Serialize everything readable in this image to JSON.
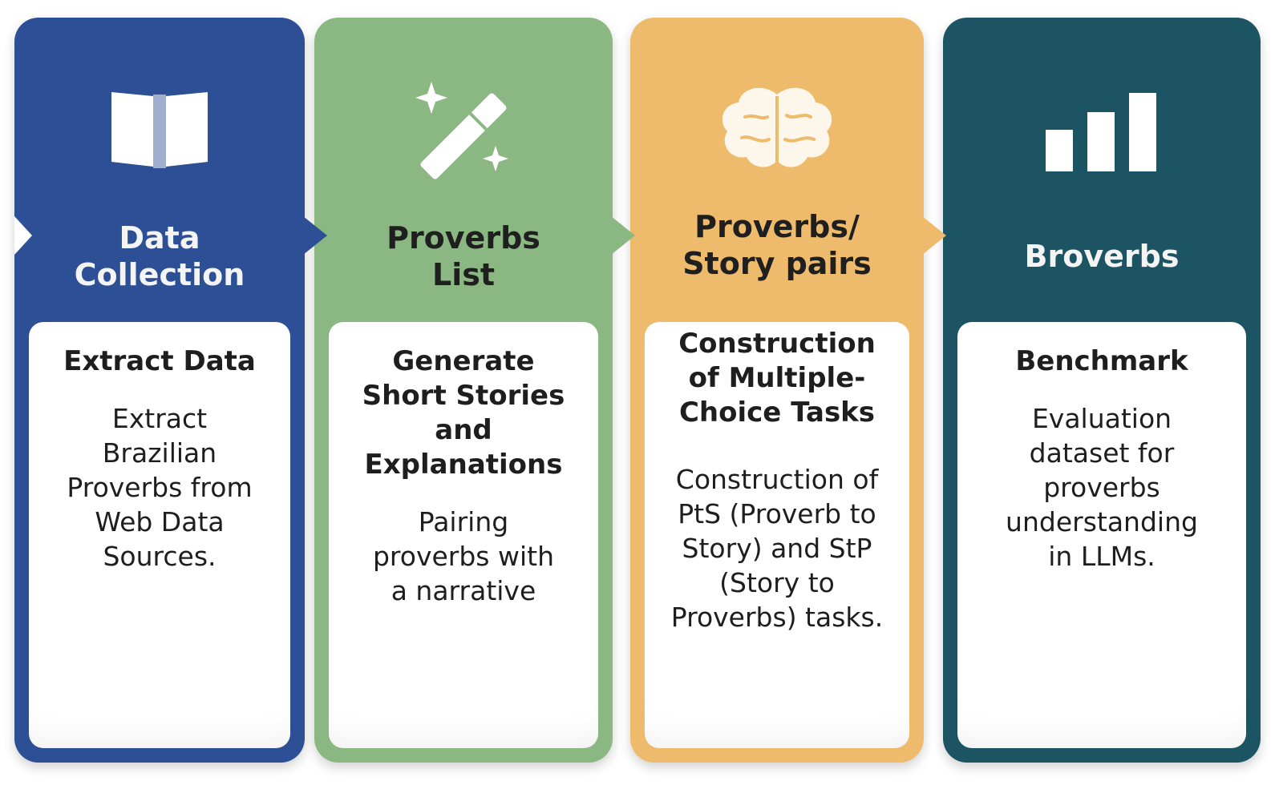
{
  "stages": [
    {
      "icon": "open-book-icon",
      "header": "Data\nCollection",
      "card_title": "Extract Data",
      "card_text": "Extract\nBrazilian\nProverbs from\nWeb Data\nSources."
    },
    {
      "icon": "magic-wand-icon",
      "header": "Proverbs\nList",
      "card_title": "Generate\nShort Stories\nand\nExplanations",
      "card_text": "Pairing\nproverbs with\na narrative"
    },
    {
      "icon": "brain-icon",
      "header": "Proverbs/\nStory pairs",
      "card_title": "Construction\nof Multiple-\nChoice Tasks",
      "card_text": "Construction of\nPtS (Proverb to\nStory) and StP\n(Story to\nProverbs) tasks."
    },
    {
      "icon": "bar-chart-icon",
      "header": "Broverbs",
      "card_title": "Benchmark",
      "card_text": "Evaluation\ndataset for\nproverbs\nunderstanding\nin LLMs."
    }
  ],
  "colors": {
    "stage1": "#2d4f95",
    "stage2": "#8bb783",
    "stage3": "#edbb6b",
    "stage4": "#1d5464"
  }
}
